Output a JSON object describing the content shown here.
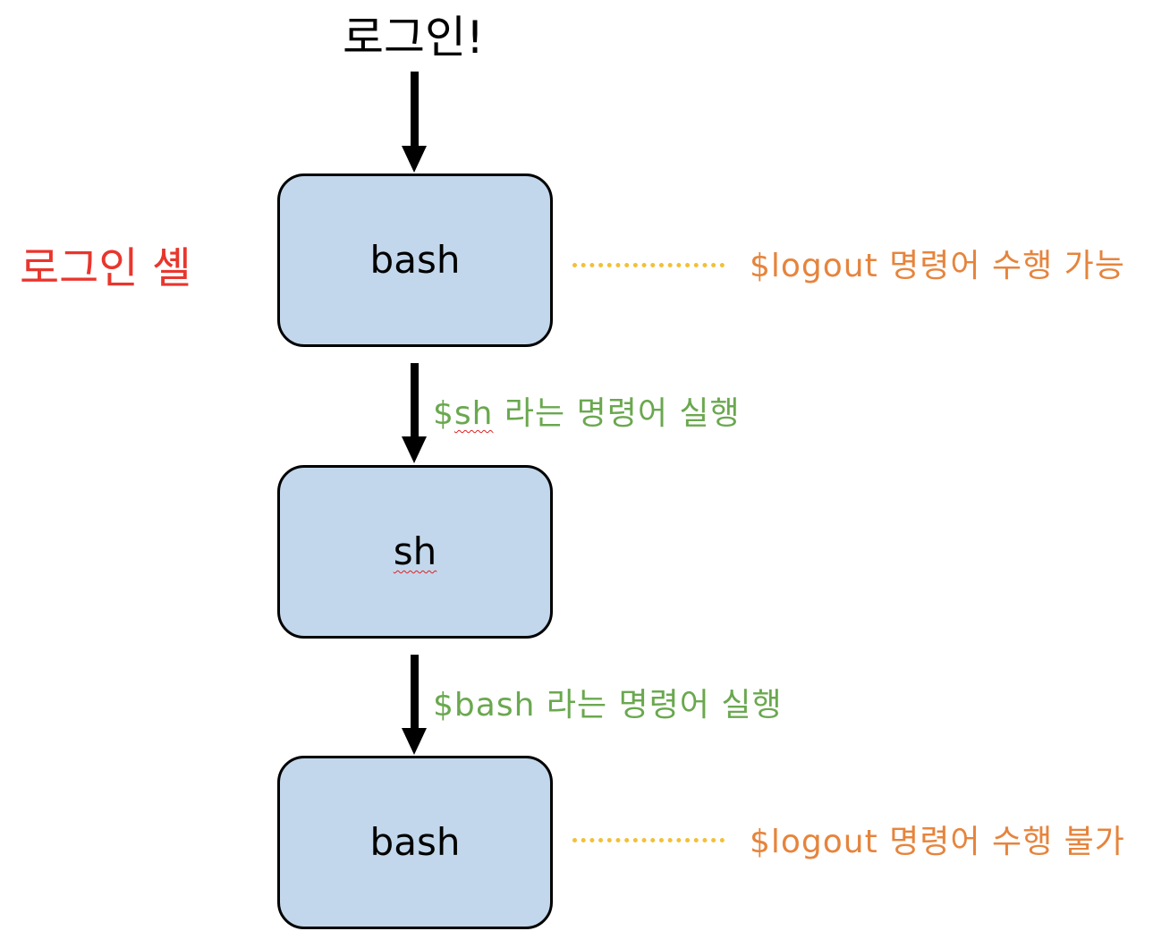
{
  "diagram": {
    "top_label": "로그인!",
    "side_label": {
      "text": "로그인 셸",
      "color": "#e8362d"
    },
    "boxes": [
      {
        "label": "bash"
      },
      {
        "label": "sh"
      },
      {
        "label": "bash"
      }
    ],
    "transitions": [
      {
        "prefix": "$",
        "command": "sh",
        "rest": " 라는 명령어 실행"
      },
      {
        "prefix": "$",
        "command": "bash",
        "rest": " 라는 명령어 실행"
      }
    ],
    "notes": [
      {
        "text": "$logout 명령어 수행 가능"
      },
      {
        "text": "$logout 명령어 수행 불가"
      }
    ],
    "colors": {
      "box_fill": "#c2d7ec",
      "transition_text": "#6aa84f",
      "note_text": "#e6843c",
      "dotted_line": "#f2c037"
    }
  }
}
